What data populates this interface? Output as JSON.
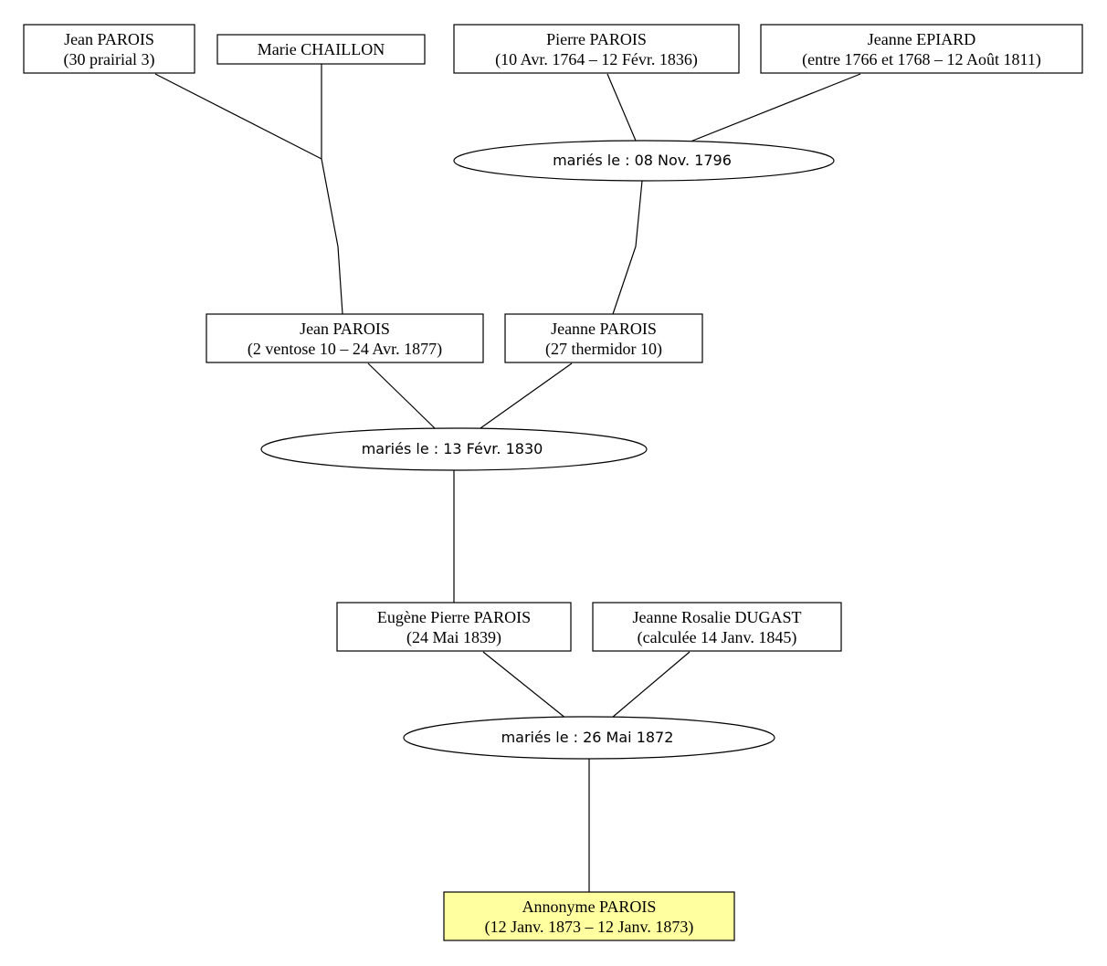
{
  "persons": {
    "p_jean_sr": {
      "name": "Jean PAROIS",
      "dates": "(30 prairial 3)"
    },
    "p_marie_chaillon": {
      "name": "Marie CHAILLON",
      "dates": ""
    },
    "p_pierre": {
      "name": "Pierre PAROIS",
      "dates": "(10 Avr. 1764 – 12 Févr. 1836)"
    },
    "p_jeanne_epiard": {
      "name": "Jeanne EPIARD",
      "dates": "(entre 1766 et 1768 – 12 Août 1811)"
    },
    "p_jean_jr": {
      "name": "Jean PAROIS",
      "dates": "(2 ventose 10 – 24 Avr. 1877)"
    },
    "p_jeanne_parois": {
      "name": "Jeanne PAROIS",
      "dates": "(27 thermidor 10)"
    },
    "p_eugene": {
      "name": "Eugène Pierre PAROIS",
      "dates": "(24 Mai 1839)"
    },
    "p_jeanne_dugast": {
      "name": "Jeanne Rosalie DUGAST",
      "dates": "(calculée 14 Janv. 1845)"
    },
    "p_annonyme": {
      "name": "Annonyme PAROIS",
      "dates": "(12 Janv. 1873 – 12 Janv. 1873)"
    }
  },
  "unions": {
    "u_1796": {
      "label": "mariés le : 08 Nov. 1796"
    },
    "u_1830": {
      "label": "mariés le : 13 Févr. 1830"
    },
    "u_1872": {
      "label": "mariés le : 26 Mai 1872"
    }
  },
  "colors": {
    "highlight_fill": "#ffffa0",
    "box_fill": "#ffffff",
    "stroke": "#000000"
  }
}
